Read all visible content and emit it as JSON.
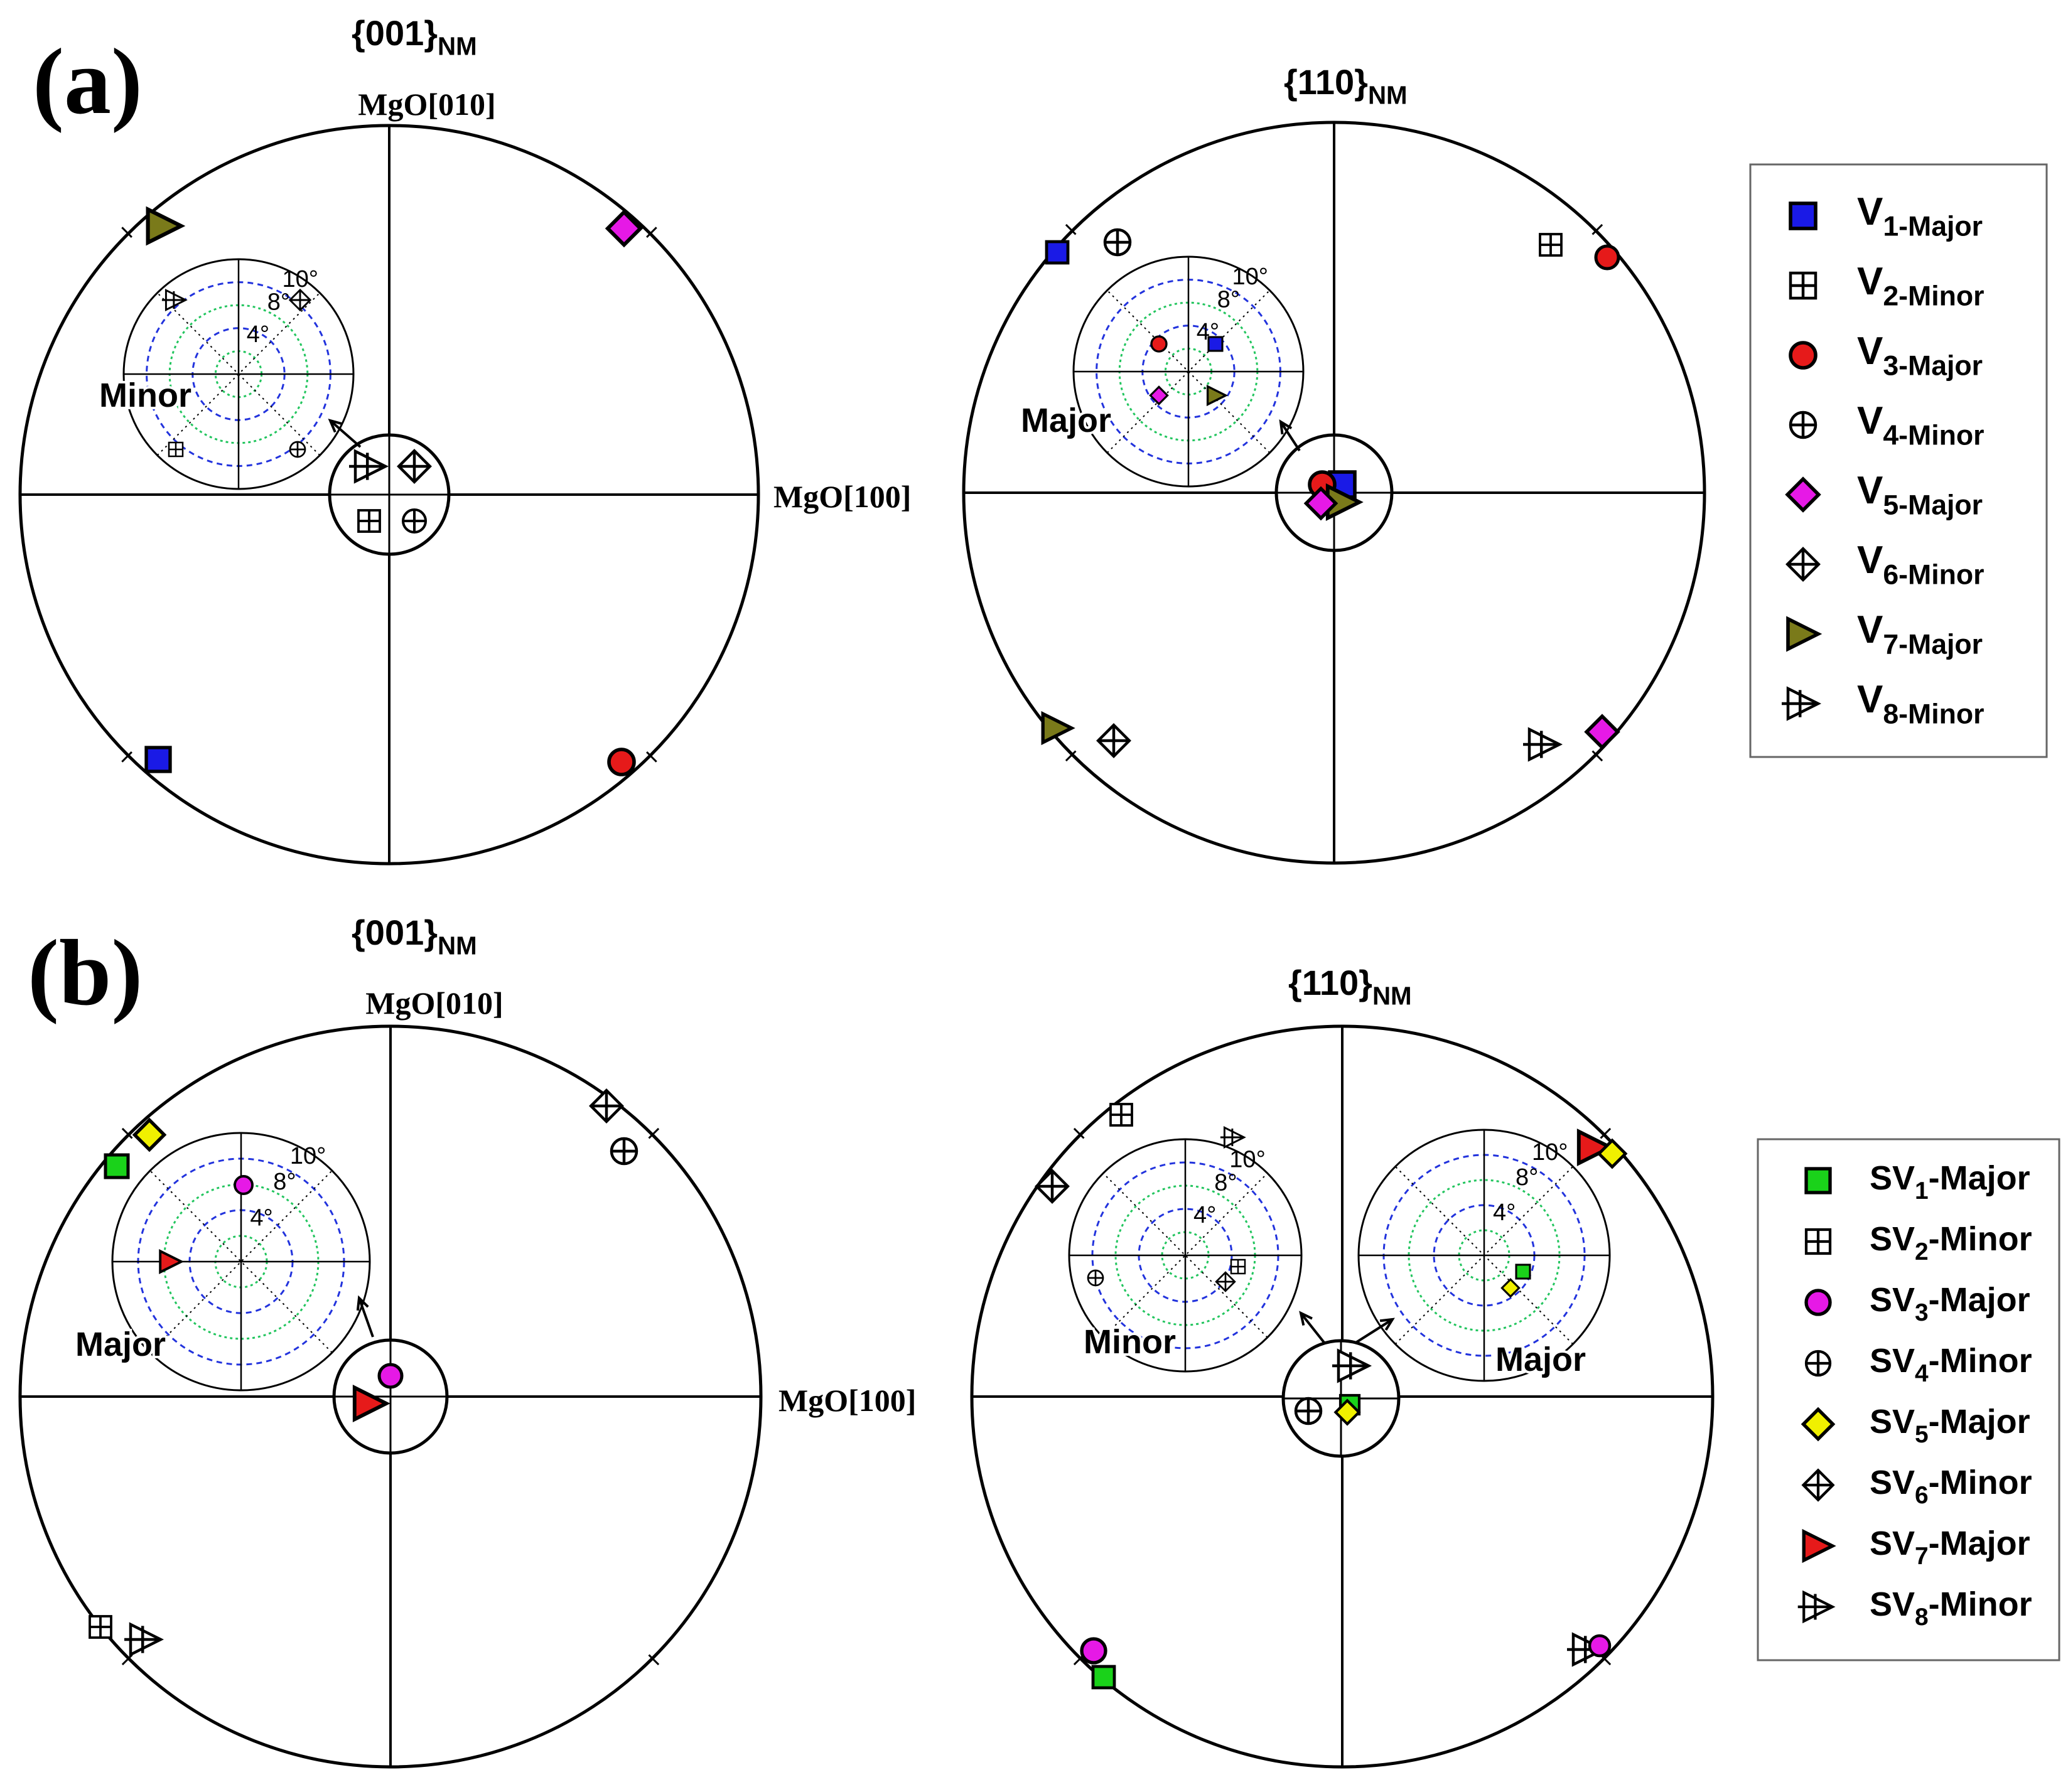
{
  "figure": {
    "panels": [
      {
        "label": "(a)",
        "plots": [
          {
            "title": "{001}",
            "title_sub": "NM",
            "top_label": "MgO[010]",
            "right_label": "MgO[100]",
            "insets": [
              {
                "label": "Minor",
                "tick_labels": [
                  "4°",
                  "8°",
                  "10°"
                ]
              }
            ]
          },
          {
            "title": "{110}",
            "title_sub": "NM",
            "insets": [
              {
                "label": "Major",
                "tick_labels": [
                  "4°",
                  "8°",
                  "10°"
                ]
              }
            ]
          }
        ],
        "legend": [
          {
            "text": "V",
            "sub": "1-Major",
            "marker": "square",
            "color": "#1a1ae6"
          },
          {
            "text": "V",
            "sub": "2-Minor",
            "marker": "boxplus",
            "color": "#000000"
          },
          {
            "text": "V",
            "sub": "3-Major",
            "marker": "circle",
            "color": "#e61a1a"
          },
          {
            "text": "V",
            "sub": "4-Minor",
            "marker": "oplus",
            "color": "#000000"
          },
          {
            "text": "V",
            "sub": "5-Major",
            "marker": "diamond",
            "color": "#e619e6"
          },
          {
            "text": "V",
            "sub": "6-Minor",
            "marker": "diamondplus",
            "color": "#000000"
          },
          {
            "text": "V",
            "sub": "7-Major",
            "marker": "triangle",
            "color": "#7a7a1a"
          },
          {
            "text": "V",
            "sub": "8-Minor",
            "marker": "triplus",
            "color": "#000000"
          }
        ]
      },
      {
        "label": "(b)",
        "plots": [
          {
            "title": "{001}",
            "title_sub": "NM",
            "top_label": "MgO[010]",
            "right_label": "MgO[100]",
            "insets": [
              {
                "label": "Major",
                "tick_labels": [
                  "4°",
                  "8°",
                  "10°"
                ]
              }
            ]
          },
          {
            "title": "{110}",
            "title_sub": "NM",
            "insets": [
              {
                "label": "Minor",
                "tick_labels": [
                  "4°",
                  "8°",
                  "10°"
                ]
              },
              {
                "label": "Major",
                "tick_labels": [
                  "4°",
                  "8°",
                  "10°"
                ]
              }
            ]
          }
        ],
        "legend": [
          {
            "text": "SV",
            "sub": "1",
            "suffix": "-Major",
            "marker": "square",
            "color": "#1ad21a"
          },
          {
            "text": "SV",
            "sub": "2",
            "suffix": "-Minor",
            "marker": "boxplus",
            "color": "#000000"
          },
          {
            "text": "SV",
            "sub": "3",
            "suffix": "-Major",
            "marker": "circle",
            "color": "#e619e6"
          },
          {
            "text": "SV",
            "sub": "4",
            "suffix": "-Minor",
            "marker": "oplus",
            "color": "#000000"
          },
          {
            "text": "SV",
            "sub": "5",
            "suffix": "-Major",
            "marker": "diamond",
            "color": "#f0f000"
          },
          {
            "text": "SV",
            "sub": "6",
            "suffix": "-Minor",
            "marker": "diamondplus",
            "color": "#000000"
          },
          {
            "text": "SV",
            "sub": "7",
            "suffix": "-Major",
            "marker": "triangle",
            "color": "#e61a1a"
          },
          {
            "text": "SV",
            "sub": "8",
            "suffix": "-Minor",
            "marker": "triplus",
            "color": "#000000"
          }
        ]
      }
    ],
    "colors": {
      "blue": "#1a1ae6",
      "red": "#e61a1a",
      "magenta": "#e619e6",
      "olive": "#7a7a1a",
      "green": "#1ad21a",
      "yellow": "#f0f000",
      "inset_green_ring": "#22c55e",
      "inset_blue_ring": "#2233dd"
    }
  }
}
